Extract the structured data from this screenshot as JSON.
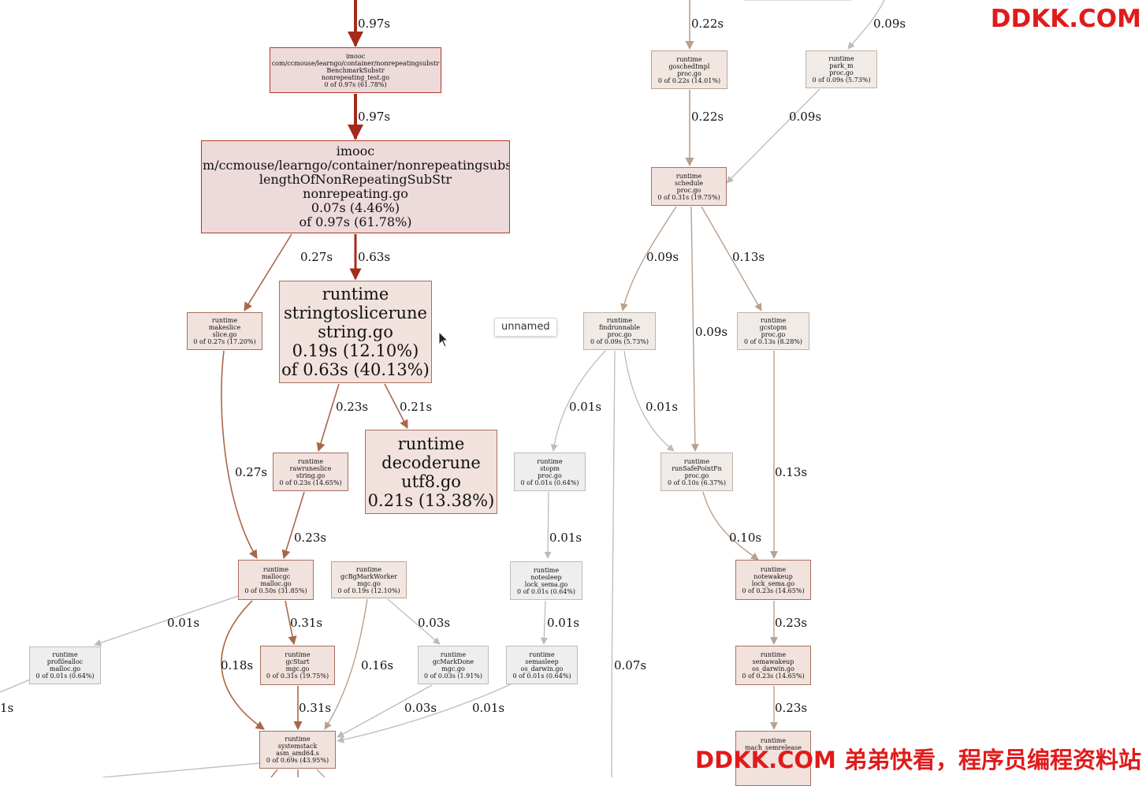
{
  "nodes": {
    "benchmark": [
      "imooc",
      "com/ccmouse/learngo/container/nonrepeatingsubstr",
      "BenchmarkSubstr",
      "nonrepeating_test.go",
      "0 of 0.97s (61.78%)"
    ],
    "lengthof": [
      "imooc",
      "com/ccmouse/learngo/container/nonrepeatingsubstr",
      "lengthOfNonRepeatingSubStr",
      "nonrepeating.go",
      "0.07s (4.46%)",
      "of 0.97s (61.78%)"
    ],
    "makeslice": [
      "runtime",
      "makeslice",
      "slice.go",
      "0 of 0.27s (17.20%)"
    ],
    "stringtoslicerune": [
      "runtime",
      "stringtoslicerune",
      "string.go",
      "0.19s (12.10%)",
      "of 0.63s (40.13%)"
    ],
    "rawruneslice": [
      "runtime",
      "rawruneslice",
      "string.go",
      "0 of 0.23s (14.65%)"
    ],
    "decoderune": [
      "runtime",
      "decoderune",
      "utf8.go",
      "0.21s (13.38%)"
    ],
    "mallocgc": [
      "runtime",
      "mallocgc",
      "malloc.go",
      "0 of 0.50s (31.85%)"
    ],
    "gcbgmarkworker": [
      "runtime",
      "gcBgMarkWorker",
      "mgc.go",
      "0 of 0.19s (12.10%)"
    ],
    "profilealloc": [
      "runtime",
      "profilealloc",
      "malloc.go",
      "0 of 0.01s (0.64%)"
    ],
    "gcstart": [
      "runtime",
      "gcStart",
      "mgc.go",
      "0 of 0.31s (19.75%)"
    ],
    "gcmarkdone": [
      "runtime",
      "gcMarkDone",
      "mgc.go",
      "0 of 0.03s (1.91%)"
    ],
    "systemstack": [
      "runtime",
      "systemstack",
      "asm_amd64.s",
      "0 of 0.69s (43.95%)"
    ],
    "goschedimpl": [
      "runtime",
      "goschedImpl",
      "proc.go",
      "0 of 0.22s (14.01%)"
    ],
    "park_m": [
      "runtime",
      "park_m",
      "proc.go",
      "0 of 0.09s (5.73%)"
    ],
    "schedule": [
      "runtime",
      "schedule",
      "proc.go",
      "0 of 0.31s (19.75%)"
    ],
    "findrunnable": [
      "runtime",
      "findrunnable",
      "proc.go",
      "0 of 0.09s (5.73%)"
    ],
    "gcstopm": [
      "runtime",
      "gcstopm",
      "proc.go",
      "0 of 0.13s (8.28%)"
    ],
    "stopm": [
      "runtime",
      "stopm",
      "proc.go",
      "0 of 0.01s (0.64%)"
    ],
    "runsafepointfn": [
      "runtime",
      "runSafePointFn",
      "proc.go",
      "0 of 0.10s (6.37%)"
    ],
    "notesleep": [
      "runtime",
      "notesleep",
      "lock_sema.go",
      "0 of 0.01s (0.64%)"
    ],
    "semasleep": [
      "runtime",
      "semasleep",
      "os_darwin.go",
      "0 of 0.01s (0.64%)"
    ],
    "notewakeup": [
      "runtime",
      "notewakeup",
      "lock_sema.go",
      "0 of 0.23s (14.65%)"
    ],
    "semawakeup": [
      "runtime",
      "semawakeup",
      "os_darwin.go",
      "0 of 0.23s (14.65%)"
    ],
    "mach_semrelease": [
      "runtime",
      "mach_semrelease"
    ]
  },
  "edges": {
    "e1": "0.97s",
    "e2": "0.97s",
    "e3": "0.27s",
    "e4": "0.63s",
    "e5": "0.23s",
    "e6": "0.21s",
    "e7": "0.27s",
    "e8": "0.23s",
    "e9": "0.01s",
    "e10": "0.31s",
    "e11": "0.03s",
    "e12": "0.18s",
    "e13": "0.16s",
    "e14": "0.31s",
    "e15": "0.03s",
    "e16": "0.01s",
    "e17": "1s",
    "e18": "0.22s",
    "e19": "0.09s",
    "e20": "0.22s",
    "e21": "0.09s",
    "e22": "0.09s",
    "e23": "0.13s",
    "e24": "0.09s",
    "e25": "0.01s",
    "e26": "0.01s",
    "e27": "0.13s",
    "e28": "0.01s",
    "e29": "0.10s",
    "e30": "0.01s",
    "e31": "0.07s",
    "e32": "0.23s",
    "e33": "0.23s"
  },
  "tooltip": "unnamed",
  "watermark": {
    "top": "DDKK.COM",
    "bottom": "DDKK.COM 弟弟快看，程序员编程资料站"
  },
  "colors": {
    "hot_edge": "#a42b1c",
    "warm_edge": "#a8684a",
    "tan_edge": "#b9a08c",
    "gray_edge": "#bbbbbb",
    "watermark": "#e01b1b"
  }
}
